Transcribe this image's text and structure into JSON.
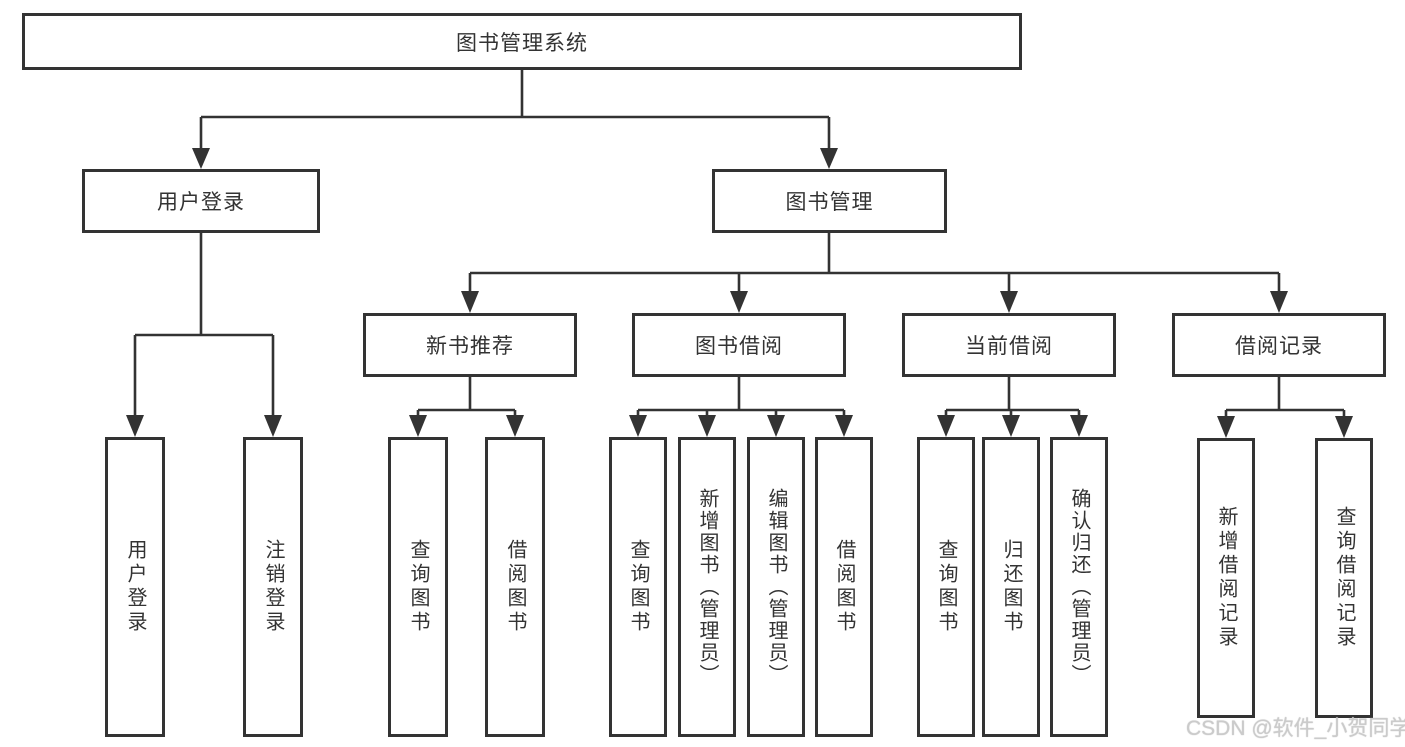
{
  "diagram": {
    "tree": {
      "root": {
        "label": "图书管理系统",
        "children": [
          {
            "label": "用户登录",
            "children": [
              {
                "label": "用户登录"
              },
              {
                "label": "注销登录"
              }
            ]
          },
          {
            "label": "图书管理",
            "children": [
              {
                "label": "新书推荐",
                "children": [
                  {
                    "label": "查询图书"
                  },
                  {
                    "label": "借阅图书"
                  }
                ]
              },
              {
                "label": "图书借阅",
                "children": [
                  {
                    "label": "查询图书"
                  },
                  {
                    "label": "新增图书（管理员）"
                  },
                  {
                    "label": "编辑图书（管理员）"
                  },
                  {
                    "label": "借阅图书"
                  }
                ]
              },
              {
                "label": "当前借阅",
                "children": [
                  {
                    "label": "查询图书"
                  },
                  {
                    "label": "归还图书"
                  },
                  {
                    "label": "确认归还（管理员）"
                  }
                ]
              },
              {
                "label": "借阅记录",
                "children": [
                  {
                    "label": "新增借阅记录"
                  },
                  {
                    "label": "查询借阅记录"
                  }
                ]
              }
            ]
          }
        ]
      }
    },
    "colors": {
      "line": "#333333",
      "box_border": "#333333",
      "text": "#333333",
      "background": "#ffffff",
      "watermark": "#cbcbcb"
    }
  },
  "watermark": {
    "text": "CSDN @软件_小贺同学"
  }
}
